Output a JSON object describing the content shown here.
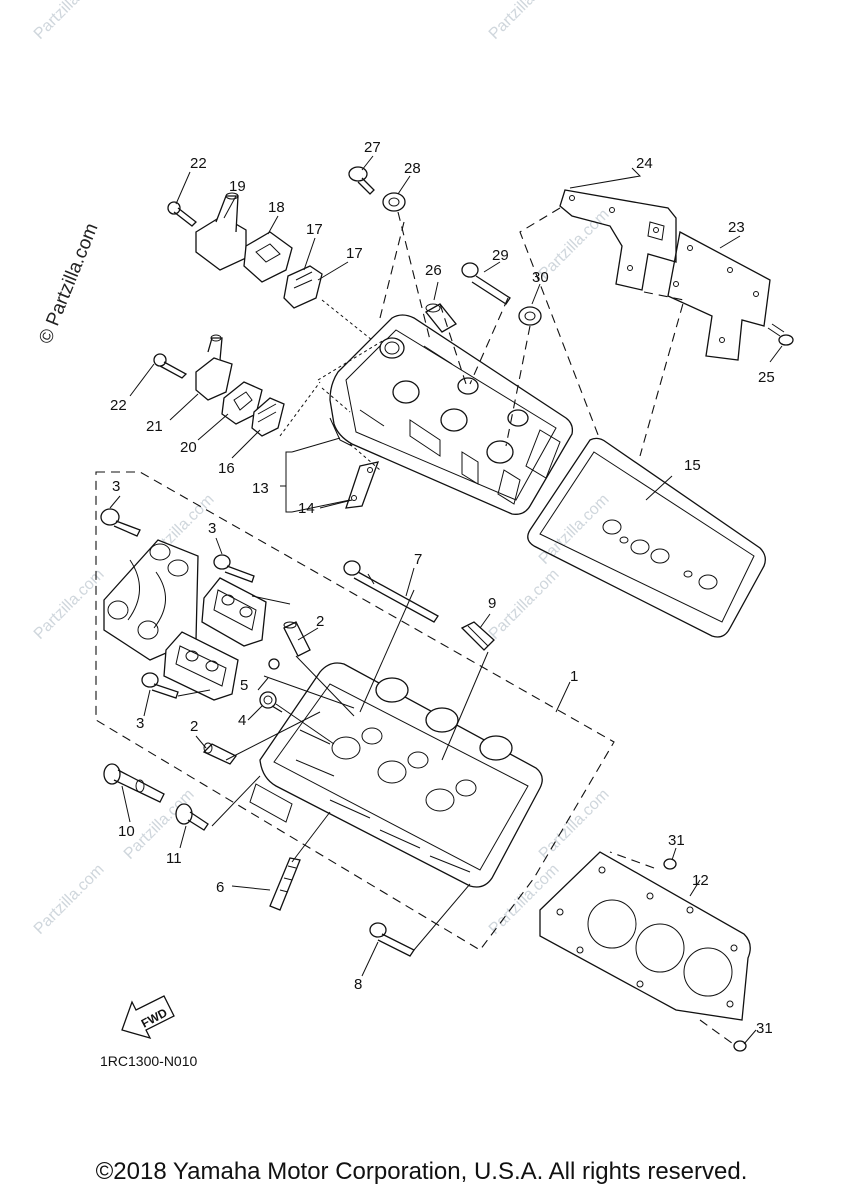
{
  "diagram": {
    "watermark_text": "© Partzilla.com",
    "watermark_small": "Partzilla.com",
    "diagram_code": "1RC1300-N010",
    "fwd_label": "FWD",
    "copyright": "©2018 Yamaha Motor Corporation, U.S.A. All rights reserved.",
    "part_numbers": {
      "p1": "1",
      "p2a": "2",
      "p2b": "2",
      "p3a": "3",
      "p3b": "3",
      "p3c": "3",
      "p4": "4",
      "p5": "5",
      "p6": "6",
      "p7": "7",
      "p8": "8",
      "p9": "9",
      "p10": "10",
      "p11": "11",
      "p12": "12",
      "p13": "13",
      "p14": "14",
      "p15": "15",
      "p16": "16",
      "p17a": "17",
      "p17b": "17",
      "p18": "18",
      "p19": "19",
      "p20": "20",
      "p21": "21",
      "p22a": "22",
      "p22b": "22",
      "p23": "23",
      "p24": "24",
      "p25": "25",
      "p26": "26",
      "p27": "27",
      "p28": "28",
      "p29": "29",
      "p30": "30",
      "p31a": "31",
      "p31b": "31"
    }
  }
}
